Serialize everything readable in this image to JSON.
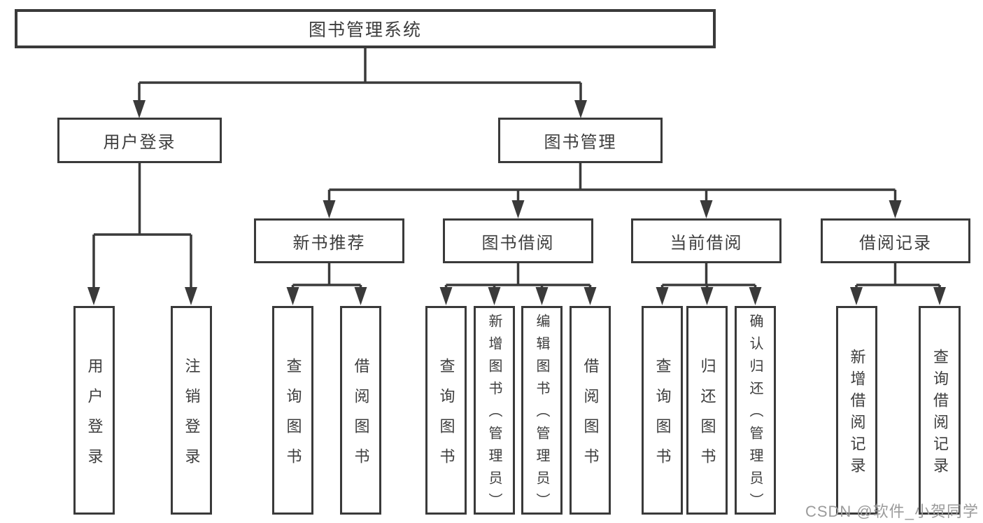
{
  "diagram": {
    "root": {
      "label": "图书管理系统"
    },
    "level2": [
      {
        "label": "用户登录"
      },
      {
        "label": "图书管理"
      }
    ],
    "level3": [
      {
        "label": "新书推荐"
      },
      {
        "label": "图书借阅"
      },
      {
        "label": "当前借阅"
      },
      {
        "label": "借阅记录"
      }
    ],
    "leaves": {
      "user_login": [
        {
          "label": "用户登录"
        },
        {
          "label": "注销登录"
        }
      ],
      "new_book_recommend": [
        {
          "label": "查询图书"
        },
        {
          "label": "借阅图书"
        }
      ],
      "book_borrow": [
        {
          "label": "查询图书"
        },
        {
          "label": "新增图书（管理员）"
        },
        {
          "label": "编辑图书（管理员）"
        },
        {
          "label": "借阅图书"
        }
      ],
      "current_borrow": [
        {
          "label": "查询图书"
        },
        {
          "label": "归还图书"
        },
        {
          "label": "确认归还（管理员）"
        }
      ],
      "borrow_records": [
        {
          "label": "新增借阅记录"
        },
        {
          "label": "查询借阅记录"
        }
      ]
    }
  },
  "watermark": {
    "text": "CSDN @软件_小贺同学"
  },
  "colors": {
    "line": "#3a3a3a",
    "text": "#3d3d3d",
    "background": "#ffffff",
    "watermark": "#9b9b9b"
  }
}
